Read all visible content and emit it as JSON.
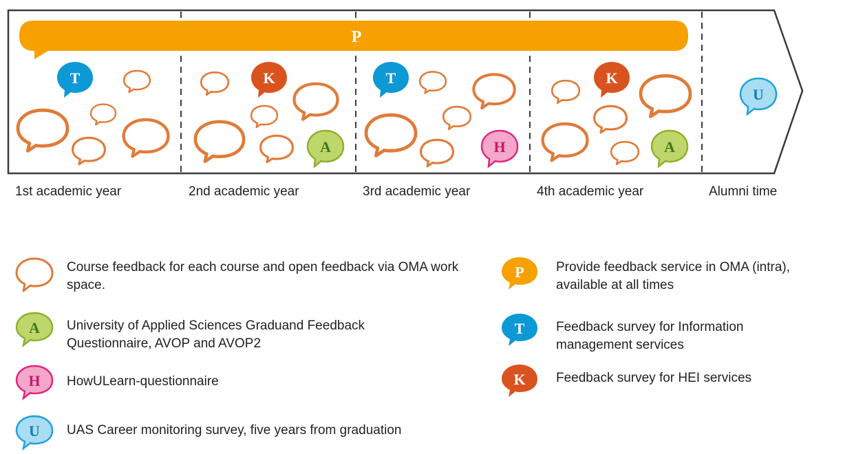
{
  "colors": {
    "orange": "#E07B39",
    "yellow_orange": "#F6A100",
    "blue": "#0D98D6",
    "dark_orange": "#D9531E",
    "green_fill": "#BFD66A",
    "green_stroke": "#8FB02F",
    "green_text": "#3C7A1E",
    "pink_fill": "#F4A7CB",
    "pink_stroke": "#E0267D",
    "pink_text": "#C41A6A",
    "light_blue_fill": "#A9DDF3",
    "light_blue_stroke": "#1EA2DC",
    "light_blue_text": "#137CB5",
    "frame": "#3a3a3a"
  },
  "timeline": {
    "p_bar_letter": "P",
    "periods": [
      "1st academic year",
      "2nd academic year",
      "3rd academic year",
      "4th academic year",
      "Alumni time"
    ],
    "period_1_badges": [
      "T"
    ],
    "period_2_badges": [
      "K",
      "A"
    ],
    "period_3_badges": [
      "T",
      "H"
    ],
    "period_4_badges": [
      "K",
      "A"
    ],
    "alumni_badges": [
      "U"
    ]
  },
  "legend": [
    {
      "icon": "course-feedback-bubble-icon",
      "letter": "",
      "text": "Course feedback for each course and open feedback via OMA work space."
    },
    {
      "icon": "a-bubble-icon",
      "letter": "A",
      "text": "University of Applied Sciences Graduand Feedback Questionnaire, AVOP and AVOP2"
    },
    {
      "icon": "h-bubble-icon",
      "letter": "H",
      "text": "HowULearn-questionnaire"
    },
    {
      "icon": "u-bubble-icon",
      "letter": "U",
      "text": "UAS Career monitoring survey, five years from graduation"
    },
    {
      "icon": "p-bubble-icon",
      "letter": "P",
      "text": "Provide feedback service in OMA (intra), available at all times"
    },
    {
      "icon": "t-bubble-icon",
      "letter": "T",
      "text": "Feedback survey for Information management services"
    },
    {
      "icon": "k-bubble-icon",
      "letter": "K",
      "text": "Feedback survey for HEI services"
    }
  ]
}
